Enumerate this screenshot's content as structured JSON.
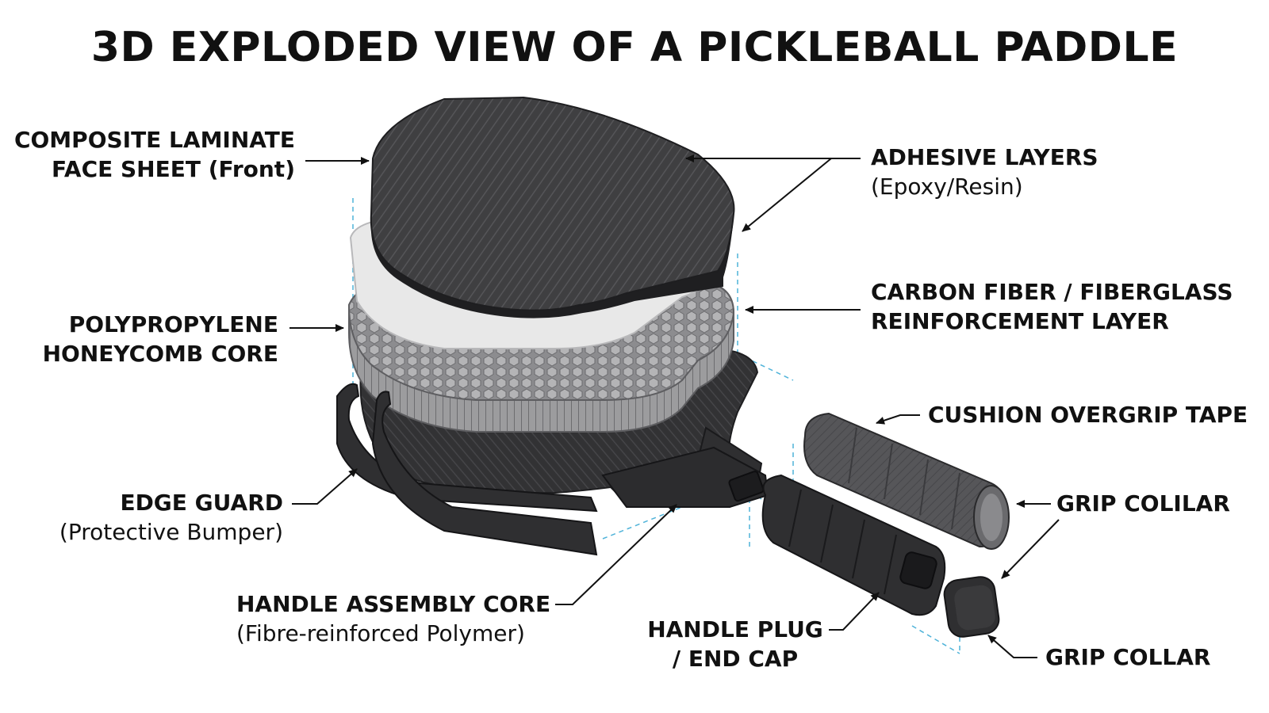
{
  "title": "3D EXPLODED VIEW OF A PICKLEBALL PADDLE",
  "colors": {
    "face_sheet": "#3f3f41",
    "face_sheet_edge": "#1e1e20",
    "adhesive": "#e6e6e6",
    "honeycomb": "#a9a9ab",
    "honeycomb_dark": "#6f6f72",
    "carbon_layer": "#333335",
    "part_dark": "#2f2f31",
    "grip_tape": "#525255",
    "guide_line": "#4fb3d9",
    "arrow": "#111111"
  },
  "labels": {
    "face_sheet": {
      "line1": "COMPOSITE LAMINATE",
      "line2": "FACE SHEET (Front)"
    },
    "honeycomb": {
      "line1": "POLYPROPYLENE",
      "line2": "HONEYCOMB CORE"
    },
    "edge_guard": {
      "line1": "EDGE GUARD",
      "line2": "(Protective Bumper)"
    },
    "handle_core": {
      "line1": "HANDLE ASSEMBLY CORE",
      "line2": "(Fibre-reinforced Polymer)"
    },
    "adhesive": {
      "line1": "ADHESIVE LAYERS",
      "line2": "(Epoxy/Resin)"
    },
    "reinforcement": {
      "line1": "CARBON FIBER / FIBERGLASS",
      "line2": "REINFORCEMENT LAYER"
    },
    "overgrip": {
      "line1": "CUSHION OVERGRIP TAPE"
    },
    "grip_colilar": {
      "line1": "GRIP COLILAR"
    },
    "handle_plug": {
      "line1": "HANDLE PLUG",
      "line2": "/ END CAP"
    },
    "grip_collar": {
      "line1": "GRIP COLLAR"
    }
  }
}
